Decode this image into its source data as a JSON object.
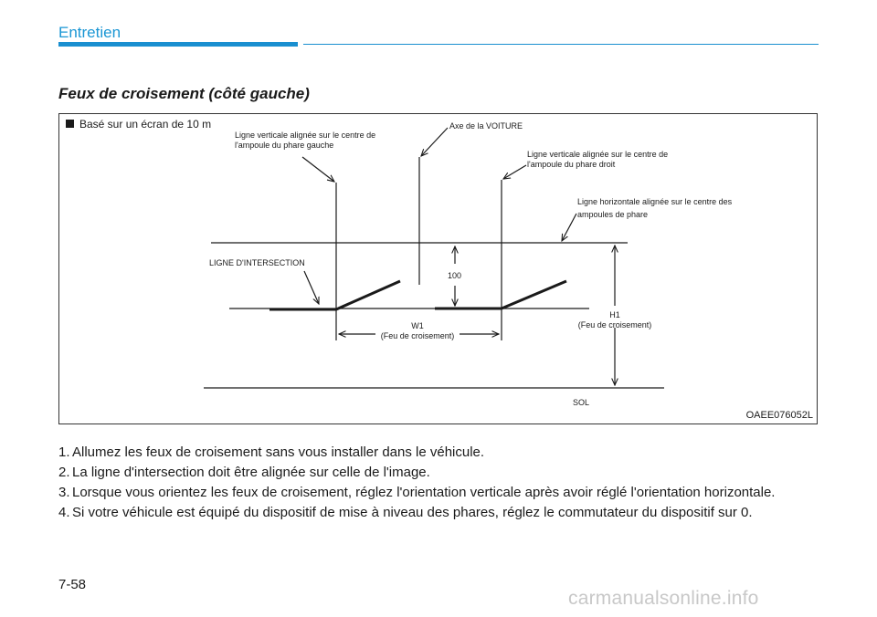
{
  "header": {
    "section": "Entretien"
  },
  "subtitle": "Feux de croisement (côté gauche)",
  "figure": {
    "note": "Basé sur un écran de 10 m",
    "code": "OAEE076052L",
    "labels": {
      "left_vertical_1": "Ligne verticale alignée sur le centre de",
      "left_vertical_2": "l'ampoule du phare gauche",
      "vehicle_axis": "Axe de la VOITURE",
      "right_vertical_1": "Ligne verticale alignée sur le centre de",
      "right_vertical_2": "l'ampoule du phare droit",
      "horizontal_1": "Ligne horizontale alignée sur le centre des",
      "horizontal_2": "ampoules de phare",
      "intersection": "LIGNE D'INTERSECTION",
      "offset": "100",
      "w1_line1": "W1",
      "w1_line2": "(Feu de croisement)",
      "h1_line1": "H1",
      "h1_line2": "(Feu de croisement)",
      "ground": "SOL"
    }
  },
  "steps": [
    {
      "num": "1.",
      "text": "Allumez les feux de croisement sans vous installer dans le véhicule."
    },
    {
      "num": "2.",
      "text": "La ligne d'intersection doit être alignée sur celle de l'image."
    },
    {
      "num": "3.",
      "text": "Lorsque vous orientez les feux de croisement, réglez l'orientation verticale après avoir réglé l'orientation horizontale."
    },
    {
      "num": "4.",
      "text": "Si votre véhicule est équipé du dispositif de mise à niveau des phares, réglez le commutateur du dispositif sur 0."
    }
  ],
  "footer": {
    "page": "7-58",
    "watermark": "carmanualsonline.info"
  },
  "colors": {
    "accent": "#1a8fd0",
    "text": "#1a1a1a"
  }
}
